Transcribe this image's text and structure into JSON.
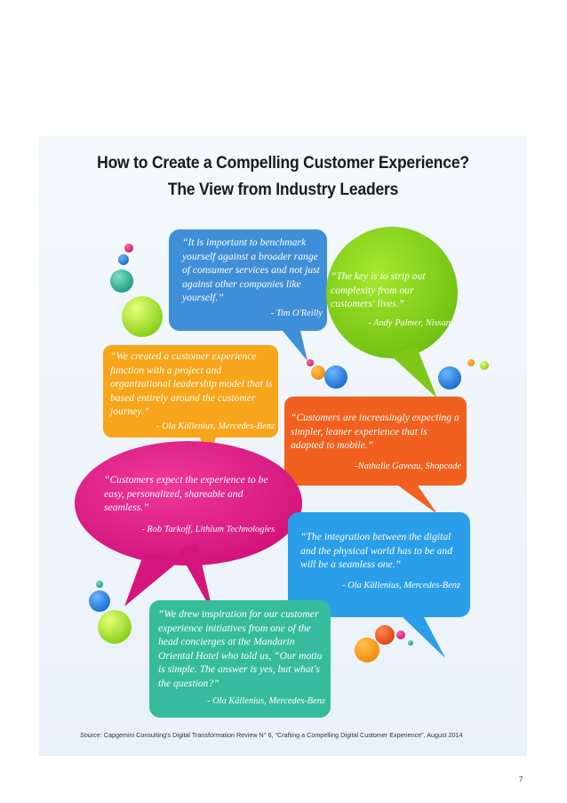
{
  "title": {
    "line1": "How to Create a Compelling Customer Experience?",
    "line2": "The View from Industry Leaders"
  },
  "quotes": [
    {
      "text": "“It is important to benchmark yourself against a broader range of consumer services and not just against other companies like yourself.”",
      "author": "- Tim O'Reilly",
      "color": "#3f8ed8"
    },
    {
      "text": "“The key is to strip out complexity from our customers' lives.”",
      "author": "- Andy Palmer, Nissan",
      "color": "#8ccf1e"
    },
    {
      "text": "“We created a customer experience function with a project and organizational leadership model that is based entirely around the customer journey.”",
      "author": "- Ola Källenius, Mercedes-Benz",
      "color": "#f7a51a"
    },
    {
      "text": "“Customers are increasingly expecting a simpler, leaner experience that is adapted to mobile.”",
      "author": "-Nathalie Gaveau, Shopcade",
      "color": "#f2601f"
    },
    {
      "text": "“Customers expect the experience to be easy, personalized, shareable and seamless.”",
      "author": "- Rob Tarkoff, Lithium Technologies",
      "color": "#e8228a"
    },
    {
      "text": "“The integration between the digital and the physical world has to be and will be a seamless one.”",
      "author": "- Ola Källenius, Mercedes-Benz",
      "color": "#2a9ee8"
    },
    {
      "text": "“We drew inspiration for our customer experience initiatives from one of the head concierges at the Mandarin Oriental Hotel who told us, “Our motto is simple. The answer is yes, but what's the question?”",
      "author": "- Ola Källenius, Mercedes-Benz",
      "color": "#36bc9c"
    }
  ],
  "source": {
    "label": "Source:",
    "text": " Capgemini Consulting's Digital Transformation Review N° 6, “Crafting a Compelling Digital Customer Experience”, August 2014"
  },
  "page_number": "7"
}
